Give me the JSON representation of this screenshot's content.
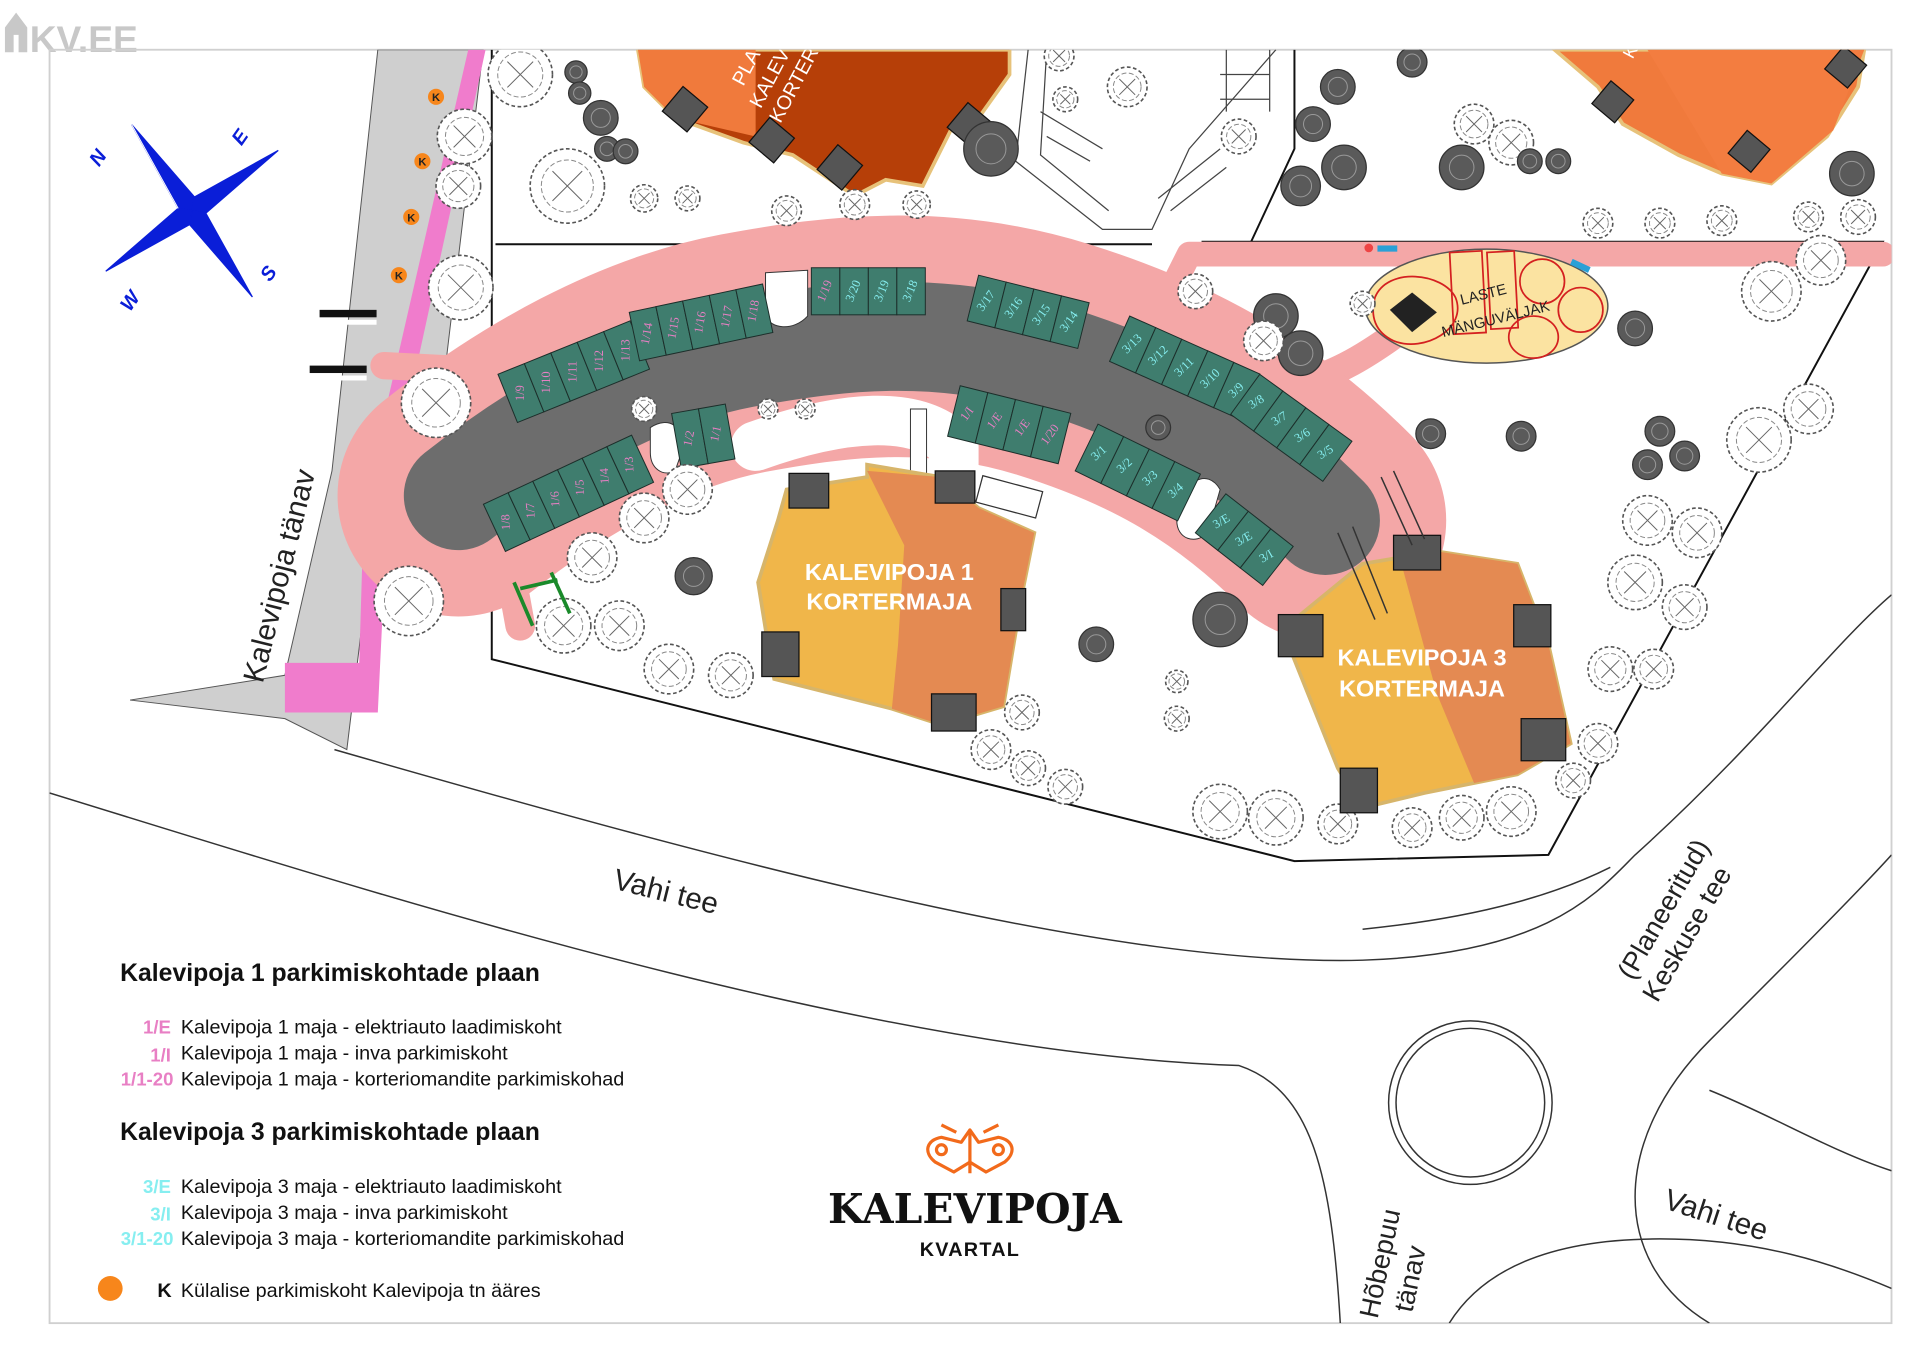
{
  "watermark": "KV.EE",
  "compass": {
    "n": "N",
    "e": "E",
    "s": "S",
    "w": "W"
  },
  "buildings": {
    "k1": {
      "line1": "KALEVIPOJA 1",
      "line2": "KORTERMAJA"
    },
    "k3": {
      "line1": "KALEVIPOJA 3",
      "line2": "KORTERMAJA"
    },
    "planned": [
      "PLA",
      "KALEV",
      "KORTER"
    ],
    "planned2": "K"
  },
  "playground": {
    "line1": "LASTE",
    "line2": "MÄNGUVÄLJAK"
  },
  "streets": {
    "kalevipoja": "Kalevipoja tänav",
    "vahi_1": "Vahi tee",
    "keskuse_1": "(Planeeritud)",
    "keskuse_2": "Keskuse tee",
    "hobepuu_1": "Hõbepuu",
    "hobepuu_2": "tänav",
    "vahi_2": "Vahi tee"
  },
  "guest_marker": "K",
  "parking": {
    "rows": [
      [
        "1/9",
        "1/10",
        "1/11",
        "1/12",
        "1/13"
      ],
      [
        "1/14",
        "1/15",
        "1/16",
        "1/17",
        "1/18"
      ],
      [
        "1/19",
        "3/20",
        "3/19",
        "3/18"
      ],
      [
        "3/17",
        "3/16",
        "3/15",
        "3/14"
      ],
      [
        "3/13",
        "3/12",
        "3/11",
        "3/10",
        "3/9"
      ],
      [
        "3/8",
        "3/7",
        "3/6",
        "3/5"
      ],
      [
        "1/8",
        "1/7",
        "1/6",
        "1/5",
        "1/4",
        "1/3"
      ],
      [
        "1/2",
        "1/1"
      ],
      [
        "1/I",
        "1/E",
        "1/E",
        "1/20"
      ],
      [
        "3/1",
        "3/2",
        "3/3",
        "3/4"
      ],
      [
        "3/E",
        "3/E",
        "3/I"
      ]
    ]
  },
  "legend": {
    "k1_title": "Kalevipoja 1 parkimiskohtade plaan",
    "k1_items": [
      {
        "code": "1/E",
        "text": "Kalevipoja 1 maja - elektriauto laadimiskoht"
      },
      {
        "code": "1/I",
        "text": "Kalevipoja 1 maja - inva parkimiskoht"
      },
      {
        "code": "1/1-20",
        "text": "Kalevipoja 1 maja - korteriomandite parkimiskohad"
      }
    ],
    "k3_title": "Kalevipoja 3 parkimiskohtade plaan",
    "k3_items": [
      {
        "code": "3/E",
        "text": "Kalevipoja 3 maja - elektriauto laadimiskoht"
      },
      {
        "code": "3/I",
        "text": "Kalevipoja 3 maja - inva parkimiskoht"
      },
      {
        "code": "3/1-20",
        "text": "Kalevipoja 3 maja - korteriomandite parkimiskohad"
      }
    ],
    "guest_code": "K",
    "guest_text": "Külalise parkimiskoht Kalevipoja tn ääres"
  },
  "logo": {
    "name": "KALEVIPOJA",
    "sub": "KVARTAL"
  },
  "colors": {
    "k1_code": "#e87fc4",
    "k3_code": "#86eef0",
    "slot": "#3f7d6e",
    "pink_path": "#f4a7a7",
    "asphalt": "#6d6d6d",
    "guest": "#f7861b",
    "compass": "#0a1ed8",
    "brand": "#f26a1b"
  }
}
